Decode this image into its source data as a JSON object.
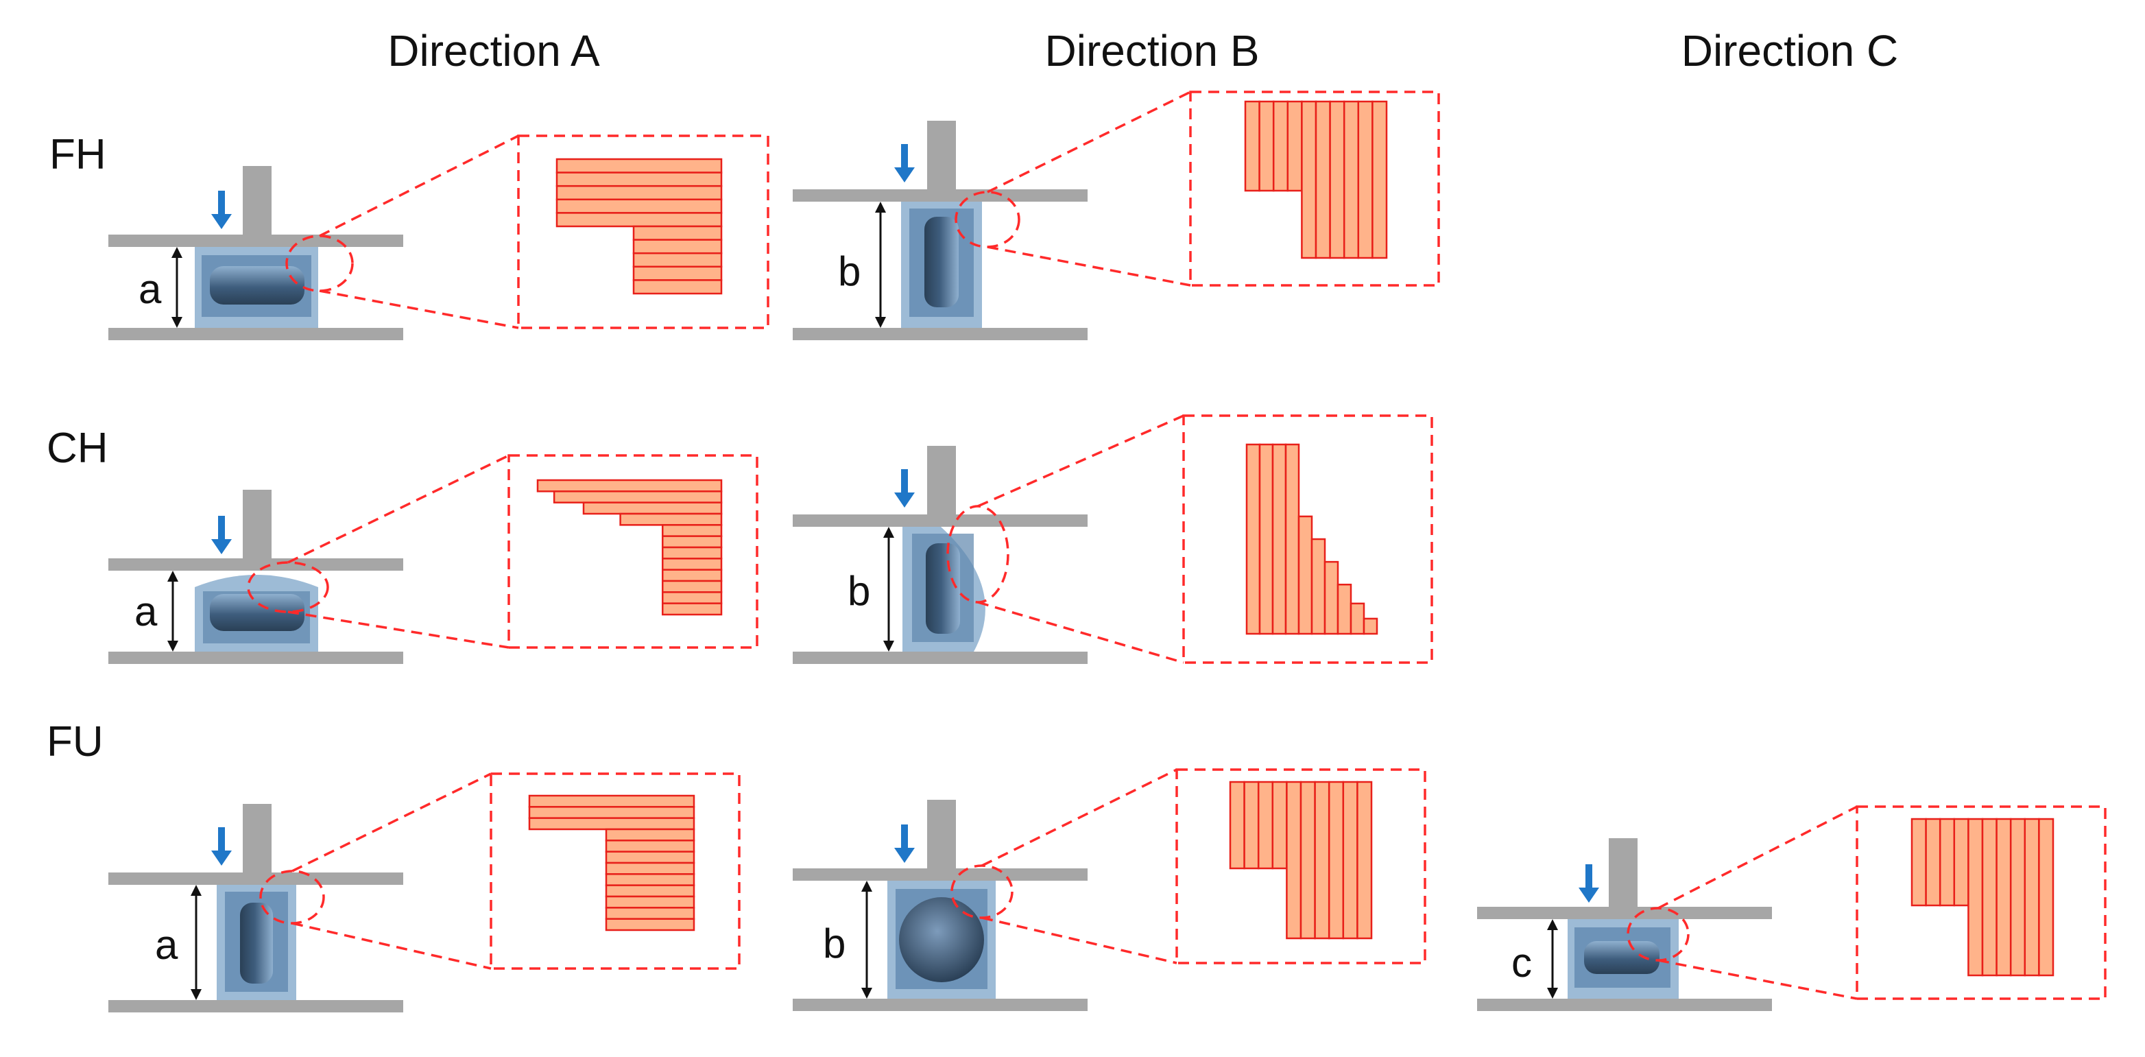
{
  "columns": [
    {
      "label": "Direction A"
    },
    {
      "label": "Direction B"
    },
    {
      "label": "Direction C"
    }
  ],
  "rows": [
    {
      "label": "FH"
    },
    {
      "label": "CH"
    },
    {
      "label": "FU"
    }
  ],
  "panels": [
    {
      "row": 0,
      "col": 0,
      "dimension": "a",
      "layer_orientation": "horizontal-layers",
      "profile": "stepped-L",
      "specimen": "flat-disk"
    },
    {
      "row": 0,
      "col": 1,
      "dimension": "b",
      "layer_orientation": "vertical-layers",
      "profile": "stepped-L",
      "specimen": "edge-disk"
    },
    {
      "row": 1,
      "col": 0,
      "dimension": "a",
      "layer_orientation": "horizontal-layers",
      "profile": "staircase",
      "specimen": "flat-disk-bulged"
    },
    {
      "row": 1,
      "col": 1,
      "dimension": "b",
      "layer_orientation": "vertical-layers",
      "profile": "staircase",
      "specimen": "edge-disk-bulged"
    },
    {
      "row": 2,
      "col": 0,
      "dimension": "a",
      "layer_orientation": "horizontal-layers",
      "profile": "stepped-L",
      "specimen": "edge-disk-tall"
    },
    {
      "row": 2,
      "col": 1,
      "dimension": "b",
      "layer_orientation": "vertical-layers",
      "profile": "stepped-L",
      "specimen": "sphere"
    },
    {
      "row": 2,
      "col": 2,
      "dimension": "c",
      "layer_orientation": "vertical-layers",
      "profile": "stepped-L",
      "specimen": "flat-disk-short"
    }
  ],
  "colors": {
    "plate": "#a6a6a6",
    "arrow": "#1f77c8",
    "specimen_outer": "#9dbbd6",
    "specimen_inner": "#5e86ad",
    "disk": "#36516b",
    "zoom": "#ff2a2a",
    "layer_fill": "#ffb38a",
    "layer_line": "#e8201a",
    "dimension": "#111111"
  },
  "icons": {
    "load_arrow": "down-arrow-icon",
    "dimension_arrow": "double-arrow-icon"
  }
}
